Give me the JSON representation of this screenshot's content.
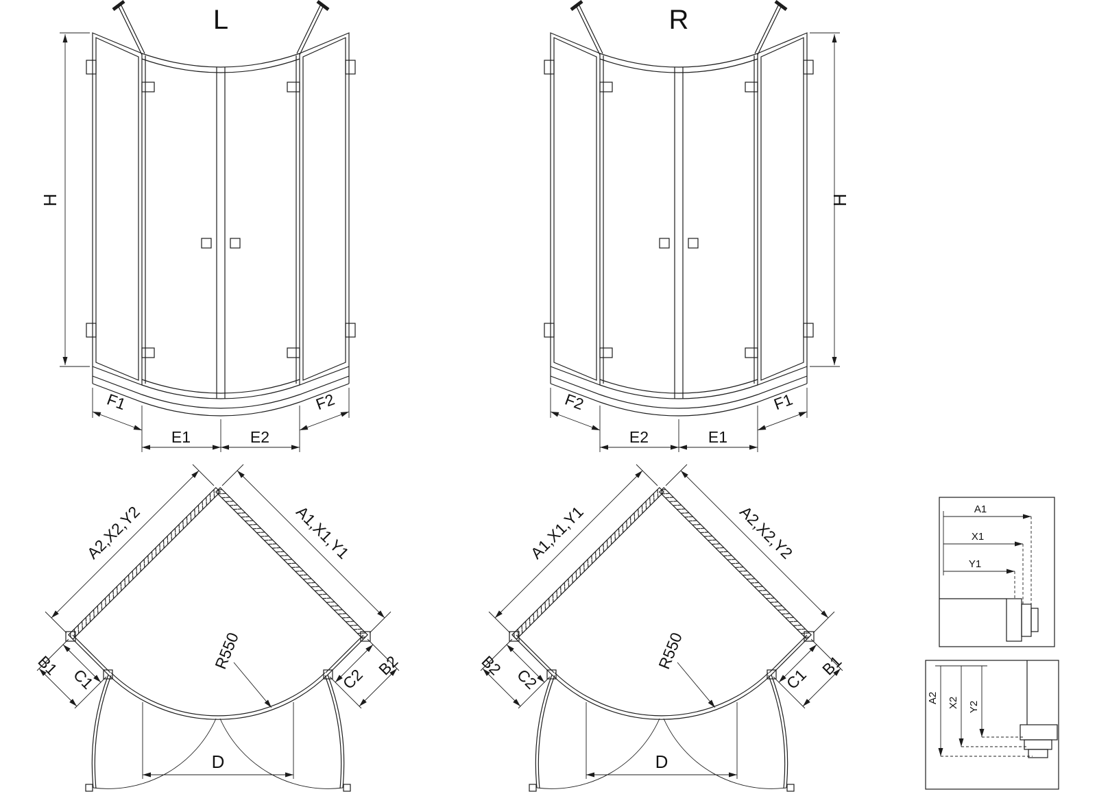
{
  "figure": {
    "left": {
      "title": "L",
      "elevation": {
        "height": "H",
        "bottom": [
          "F1",
          "E1",
          "E2",
          "F2"
        ]
      },
      "plan": {
        "wall_left": "A2,X2,Y2",
        "wall_right": "A1,X1,Y1",
        "side_left": "B1",
        "side_right": "B2",
        "inner_left": "C1",
        "inner_right": "C2",
        "radius": "R550",
        "width": "D"
      }
    },
    "right": {
      "title": "R",
      "elevation": {
        "height": "H",
        "bottom": [
          "F2",
          "E2",
          "E1",
          "F1"
        ]
      },
      "plan": {
        "wall_left": "A1,X1,Y1",
        "wall_right": "A2,X2,Y2",
        "side_left": "B2",
        "side_right": "B1",
        "inner_left": "C2",
        "inner_right": "C1",
        "radius": "R550",
        "width": "D"
      }
    },
    "detail_top": {
      "dims": [
        "A1",
        "X1",
        "Y1"
      ]
    },
    "detail_bottom": {
      "dims": [
        "A2",
        "X2",
        "Y2"
      ]
    }
  },
  "colors": {
    "line": "#1c1c1c",
    "background": "#ffffff"
  }
}
